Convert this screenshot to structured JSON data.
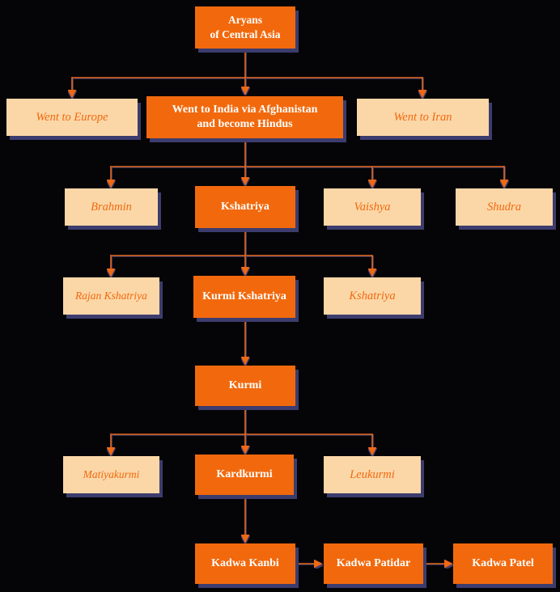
{
  "palette": {
    "background": "#050507",
    "orange": "#f2690d",
    "peach": "#fbd7a8",
    "shadow": "#3c3c6e",
    "line": "#e8681c",
    "solid_text": "#ffffff"
  },
  "nodes": {
    "aryans": {
      "label": "Aryans\nof Central Asia",
      "style": "solid"
    },
    "europe": {
      "label": "Went to Europe",
      "style": "light"
    },
    "india": {
      "label": "Went to India via Afghanistan\nand become Hindus",
      "style": "solid"
    },
    "iran": {
      "label": "Went to Iran",
      "style": "light"
    },
    "brahmin": {
      "label": "Brahmin",
      "style": "light"
    },
    "kshatriya": {
      "label": "Kshatriya",
      "style": "solid"
    },
    "vaishya": {
      "label": "Vaishya",
      "style": "light"
    },
    "shudra": {
      "label": "Shudra",
      "style": "light"
    },
    "rajan_kshatriya": {
      "label": "Rajan Kshatriya",
      "style": "light"
    },
    "kurmi_kshatriya": {
      "label": "Kurmi Kshatriya",
      "style": "solid"
    },
    "kshatriya_2": {
      "label": "Kshatriya",
      "style": "light"
    },
    "kurmi": {
      "label": "Kurmi",
      "style": "solid"
    },
    "matiyakurmi": {
      "label": "Matiyakurmi",
      "style": "light"
    },
    "kardkurmi": {
      "label": "Kardkurmi",
      "style": "solid"
    },
    "leukurmi": {
      "label": "Leukurmi",
      "style": "light"
    },
    "kadwa_kanbi": {
      "label": "Kadwa Kanbi",
      "style": "solid"
    },
    "kadwa_patidar": {
      "label": "Kadwa Patidar",
      "style": "solid"
    },
    "kadwa_patel": {
      "label": "Kadwa Patel",
      "style": "solid"
    }
  },
  "edges": [
    {
      "from": "aryans",
      "to": "europe"
    },
    {
      "from": "aryans",
      "to": "india"
    },
    {
      "from": "aryans",
      "to": "iran"
    },
    {
      "from": "india",
      "to": "brahmin"
    },
    {
      "from": "india",
      "to": "kshatriya"
    },
    {
      "from": "india",
      "to": "vaishya"
    },
    {
      "from": "india",
      "to": "shudra"
    },
    {
      "from": "kshatriya",
      "to": "rajan_kshatriya"
    },
    {
      "from": "kshatriya",
      "to": "kurmi_kshatriya"
    },
    {
      "from": "kshatriya",
      "to": "kshatriya_2"
    },
    {
      "from": "kurmi_kshatriya",
      "to": "kurmi"
    },
    {
      "from": "kurmi",
      "to": "matiyakurmi"
    },
    {
      "from": "kurmi",
      "to": "kardkurmi"
    },
    {
      "from": "kurmi",
      "to": "leukurmi"
    },
    {
      "from": "kardkurmi",
      "to": "kadwa_kanbi"
    },
    {
      "from": "kadwa_kanbi",
      "to": "kadwa_patidar"
    },
    {
      "from": "kadwa_patidar",
      "to": "kadwa_patel"
    }
  ]
}
